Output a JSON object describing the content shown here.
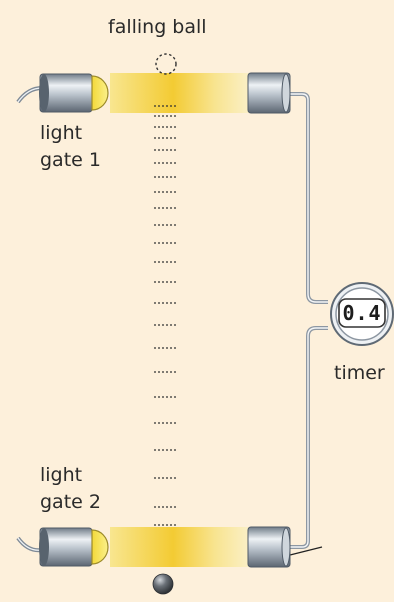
{
  "labels": {
    "falling_ball": "falling ball",
    "light_gate_1_line1": "light",
    "light_gate_1_line2": "gate 1",
    "light_gate_2_line1": "light",
    "light_gate_2_line2": "gate 2",
    "timer": "timer"
  },
  "timer": {
    "display_value": "0.4"
  },
  "colors": {
    "background": "#fdf0db",
    "beam": "#f5cf3a",
    "bulb": "#f7e35a",
    "cylinder": "#9aa6b2",
    "wire": "#8d97a2",
    "ball": "#555a60"
  }
}
